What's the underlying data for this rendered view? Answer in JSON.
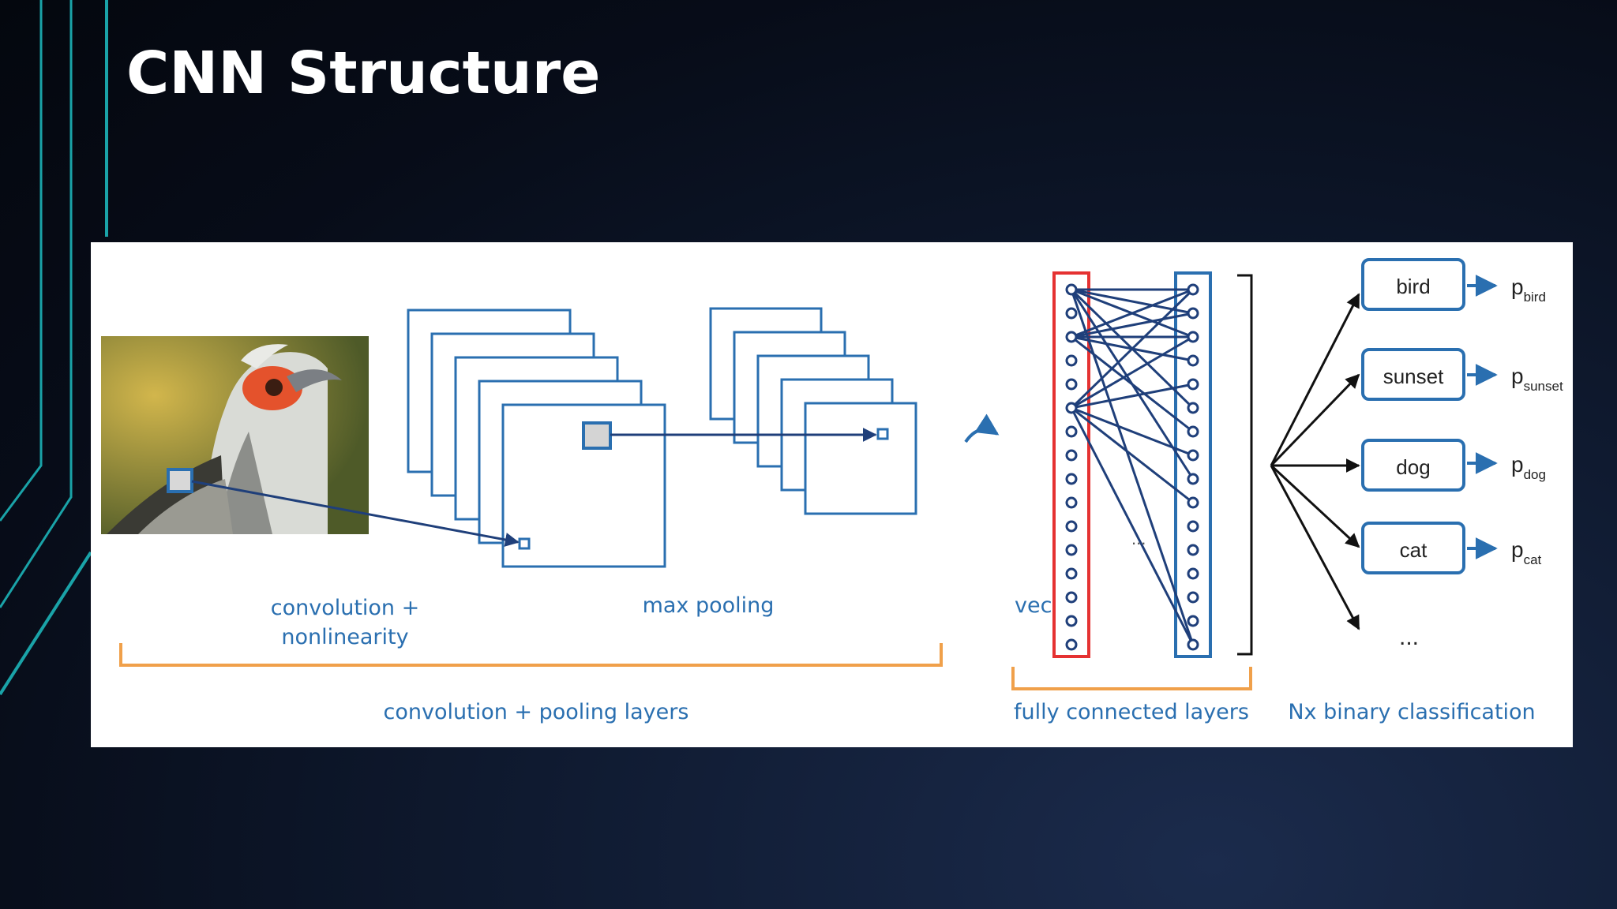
{
  "slide": {
    "title": "CNN Structure"
  },
  "diagram": {
    "labels": {
      "conv_line1": "convolution +",
      "conv_line2": "nonlinearity",
      "max_pooling": "max pooling",
      "vec": "vec",
      "conv_pool_layers": "convolution + pooling layers",
      "fc_layers": "fully connected layers",
      "nx_binary": "Nx binary classification",
      "ellipsis_mid": "...",
      "ellipsis_classes": "..."
    },
    "classes": [
      {
        "label": "bird",
        "p": "p",
        "sub": "bird"
      },
      {
        "label": "sunset",
        "p": "p",
        "sub": "sunset"
      },
      {
        "label": "dog",
        "p": "p",
        "sub": "dog"
      },
      {
        "label": "cat",
        "p": "p",
        "sub": "cat"
      }
    ],
    "colors": {
      "blue": "#2a6fb0",
      "dark_blue": "#1f3f7a",
      "orange": "#f0a04a",
      "red": "#e53232",
      "accent_teal": "#1aa3a8"
    }
  }
}
